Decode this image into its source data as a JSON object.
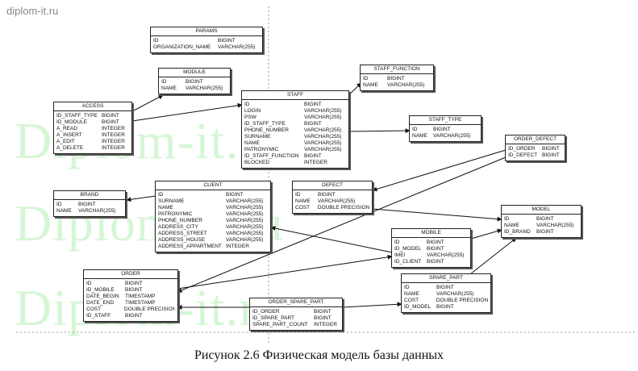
{
  "watermark": {
    "site": "diplom-it.ru",
    "big": "Diplom-it.ru"
  },
  "caption": "Рисунок 2.6  Физическая модель базы данных",
  "tables": {
    "params": {
      "name": "PARAMS",
      "cols": [
        [
          "ID",
          "BIGINT"
        ],
        [
          "ORGANIZATION_NAME",
          "VARCHAR(255)"
        ]
      ]
    },
    "module": {
      "name": "MODULE",
      "cols": [
        [
          "ID",
          "BIGINT"
        ],
        [
          "NAME",
          "VARCHAR(255)"
        ]
      ]
    },
    "staff_function": {
      "name": "STAFF_FUNCTION",
      "cols": [
        [
          "ID",
          "BIGINT"
        ],
        [
          "NAME",
          "VARCHAR(255)"
        ]
      ]
    },
    "access": {
      "name": "ACCESS",
      "cols": [
        [
          "ID_STAFF_TYPE",
          "BIGINT"
        ],
        [
          "ID_MODULE",
          "BIGINT"
        ],
        [
          "A_READ",
          "INTEGER"
        ],
        [
          "A_INSERT",
          "INTEGER"
        ],
        [
          "A_EDIT",
          "INTEGER"
        ],
        [
          "A_DELETE",
          "INTEGER"
        ]
      ]
    },
    "staff": {
      "name": "STAFF",
      "cols": [
        [
          "ID",
          "BIGINT"
        ],
        [
          "LOGIN",
          "VARCHAR(255)"
        ],
        [
          "PSW",
          "VARCHAR(255)"
        ],
        [
          "ID_STAFF_TYPE",
          "BIGINT"
        ],
        [
          "PHONE_NUMBER",
          "VARCHAR(255)"
        ],
        [
          "SURNAME",
          "VARCHAR(255)"
        ],
        [
          "NAME",
          "VARCHAR(255)"
        ],
        [
          "PATRONYMIC",
          "VARCHAR(255)"
        ],
        [
          "ID_STAFF_FUNCTION",
          "BIGINT"
        ],
        [
          "BLOCKED",
          "INTEGER"
        ]
      ]
    },
    "staff_type": {
      "name": "STAFF_TYPE",
      "cols": [
        [
          "ID",
          "BIGINT"
        ],
        [
          "NAME",
          "VARCHAR(255)"
        ]
      ]
    },
    "order_defect": {
      "name": "ORDER_DEFECT",
      "cols": [
        [
          "ID_ORDER",
          "BIGINT"
        ],
        [
          "ID_DEFECT",
          "BIGINT"
        ]
      ]
    },
    "brand": {
      "name": "BRAND",
      "cols": [
        [
          "ID",
          "BIGINT"
        ],
        [
          "NAME",
          "VARCHAR(255)"
        ]
      ]
    },
    "client": {
      "name": "CLIENT",
      "cols": [
        [
          "ID",
          "BIGINT"
        ],
        [
          "SURNAME",
          "VARCHAR(255)"
        ],
        [
          "NAME",
          "VARCHAR(255)"
        ],
        [
          "PATRONYMIC",
          "VARCHAR(255)"
        ],
        [
          "PHONE_NUMBER",
          "VARCHAR(255)"
        ],
        [
          "ADDRESS_CITY",
          "VARCHAR(255)"
        ],
        [
          "ADDRESS_STREET",
          "VARCHAR(255)"
        ],
        [
          "ADDRESS_HOUSE",
          "VARCHAR(255)"
        ],
        [
          "ADDRESS_APPARTMENT",
          "INTEGER"
        ]
      ]
    },
    "defect": {
      "name": "DEFECT",
      "cols": [
        [
          "ID",
          "BIGINT"
        ],
        [
          "NAME",
          "VARCHAR(255)"
        ],
        [
          "COST",
          "DOUBLE PRECISION"
        ]
      ]
    },
    "model": {
      "name": "MODEL",
      "cols": [
        [
          "ID",
          "BIGINT"
        ],
        [
          "NAME",
          "VARCHAR(255)"
        ],
        [
          "ID_BRAND",
          "BIGINT"
        ]
      ]
    },
    "mobile": {
      "name": "MOBILE",
      "cols": [
        [
          "ID",
          "BIGINT"
        ],
        [
          "ID_MODEL",
          "BIGINT"
        ],
        [
          "IMEI",
          "VARCHAR(255)"
        ],
        [
          "ID_CLIENT",
          "BIGINT"
        ]
      ]
    },
    "order": {
      "name": "ORDER",
      "cols": [
        [
          "ID",
          "BIGINT"
        ],
        [
          "ID_MOBILE",
          "BIGINT"
        ],
        [
          "DATE_BEGIN",
          "TIMESTAMP"
        ],
        [
          "DATE_END",
          "TIMESTAMP"
        ],
        [
          "COST",
          "DOUBLE PRECISION"
        ],
        [
          "ID_STAFF",
          "BIGINT"
        ]
      ]
    },
    "order_spare_part": {
      "name": "ORDER_SPARE_PART",
      "cols": [
        [
          "ID_ORDER",
          "BIGINT"
        ],
        [
          "ID_SPARE_PART",
          "BIGINT"
        ],
        [
          "SPARE_PART_COUNT",
          "INTEGER"
        ]
      ]
    },
    "spare_part": {
      "name": "SPARE_PART",
      "cols": [
        [
          "ID",
          "BIGINT"
        ],
        [
          "NAME",
          "VARCHAR(255)"
        ],
        [
          "COST",
          "DOUBLE PRECISION"
        ],
        [
          "ID_MODEL",
          "BIGINT"
        ]
      ]
    }
  }
}
